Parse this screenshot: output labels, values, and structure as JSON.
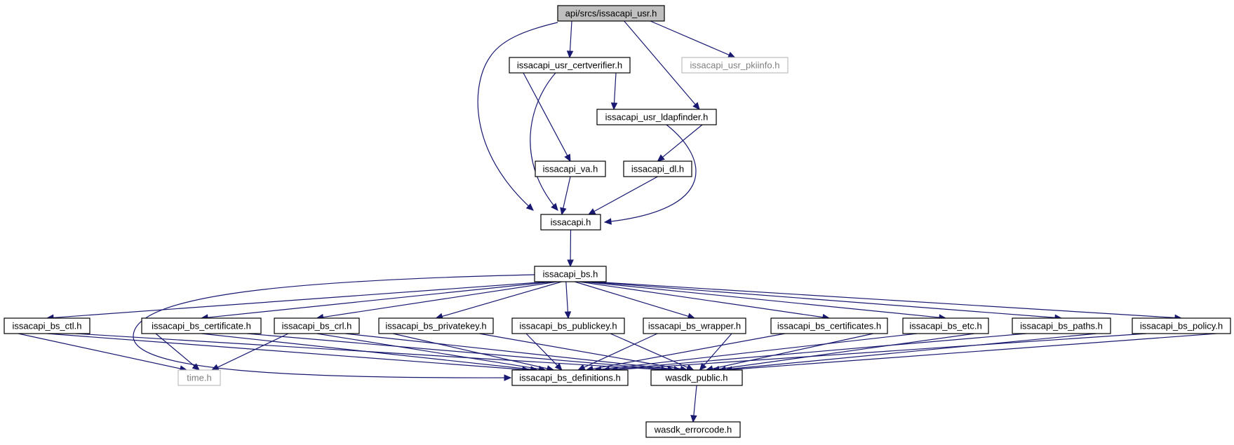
{
  "diagram": {
    "type": "include-dependency-graph",
    "colors": {
      "edge": "#191970",
      "root_fill": "#bfbfbf",
      "external_border": "#bfbfbf",
      "external_text": "#7f7f7f"
    },
    "nodes": [
      {
        "id": "root",
        "label": "api/srcs/issacapi_usr.h",
        "role": "root"
      },
      {
        "id": "certverifier",
        "label": "issacapi_usr_certverifier.h",
        "role": "normal"
      },
      {
        "id": "pkiinfo",
        "label": "issacapi_usr_pkiinfo.h",
        "role": "external"
      },
      {
        "id": "ldapfinder",
        "label": "issacapi_usr_ldapfinder.h",
        "role": "normal"
      },
      {
        "id": "va",
        "label": "issacapi_va.h",
        "role": "normal"
      },
      {
        "id": "dl",
        "label": "issacapi_dl.h",
        "role": "normal"
      },
      {
        "id": "issacapi",
        "label": "issacapi.h",
        "role": "normal"
      },
      {
        "id": "bs",
        "label": "issacapi_bs.h",
        "role": "normal"
      },
      {
        "id": "ctl",
        "label": "issacapi_bs_ctl.h",
        "role": "normal"
      },
      {
        "id": "certificate",
        "label": "issacapi_bs_certificate.h",
        "role": "normal"
      },
      {
        "id": "crl",
        "label": "issacapi_bs_crl.h",
        "role": "normal"
      },
      {
        "id": "privatekey",
        "label": "issacapi_bs_privatekey.h",
        "role": "normal"
      },
      {
        "id": "publickey",
        "label": "issacapi_bs_publickey.h",
        "role": "normal"
      },
      {
        "id": "wrapper",
        "label": "issacapi_bs_wrapper.h",
        "role": "normal"
      },
      {
        "id": "certificates",
        "label": "issacapi_bs_certificates.h",
        "role": "normal"
      },
      {
        "id": "etc",
        "label": "issacapi_bs_etc.h",
        "role": "normal"
      },
      {
        "id": "paths",
        "label": "issacapi_bs_paths.h",
        "role": "normal"
      },
      {
        "id": "policy",
        "label": "issacapi_bs_policy.h",
        "role": "normal"
      },
      {
        "id": "time",
        "label": "time.h",
        "role": "external"
      },
      {
        "id": "definitions",
        "label": "issacapi_bs_definitions.h",
        "role": "normal"
      },
      {
        "id": "wasdk",
        "label": "wasdk_public.h",
        "role": "normal"
      },
      {
        "id": "errorcode",
        "label": "wasdk_errorcode.h",
        "role": "normal"
      }
    ],
    "edges": [
      {
        "from": "root",
        "to": "certverifier"
      },
      {
        "from": "root",
        "to": "pkiinfo"
      },
      {
        "from": "root",
        "to": "ldapfinder"
      },
      {
        "from": "root",
        "to": "issacapi"
      },
      {
        "from": "certverifier",
        "to": "ldapfinder"
      },
      {
        "from": "certverifier",
        "to": "va"
      },
      {
        "from": "certverifier",
        "to": "issacapi"
      },
      {
        "from": "ldapfinder",
        "to": "dl"
      },
      {
        "from": "ldapfinder",
        "to": "issacapi"
      },
      {
        "from": "va",
        "to": "issacapi"
      },
      {
        "from": "dl",
        "to": "issacapi"
      },
      {
        "from": "issacapi",
        "to": "bs"
      },
      {
        "from": "bs",
        "to": "ctl"
      },
      {
        "from": "bs",
        "to": "certificate"
      },
      {
        "from": "bs",
        "to": "crl"
      },
      {
        "from": "bs",
        "to": "privatekey"
      },
      {
        "from": "bs",
        "to": "publickey"
      },
      {
        "from": "bs",
        "to": "wrapper"
      },
      {
        "from": "bs",
        "to": "certificates"
      },
      {
        "from": "bs",
        "to": "etc"
      },
      {
        "from": "bs",
        "to": "paths"
      },
      {
        "from": "bs",
        "to": "policy"
      },
      {
        "from": "bs",
        "to": "definitions"
      },
      {
        "from": "ctl",
        "to": "time"
      },
      {
        "from": "ctl",
        "to": "definitions"
      },
      {
        "from": "ctl",
        "to": "wasdk"
      },
      {
        "from": "certificate",
        "to": "time"
      },
      {
        "from": "certificate",
        "to": "definitions"
      },
      {
        "from": "certificate",
        "to": "wasdk"
      },
      {
        "from": "crl",
        "to": "time"
      },
      {
        "from": "crl",
        "to": "definitions"
      },
      {
        "from": "crl",
        "to": "wasdk"
      },
      {
        "from": "privatekey",
        "to": "definitions"
      },
      {
        "from": "privatekey",
        "to": "wasdk"
      },
      {
        "from": "publickey",
        "to": "definitions"
      },
      {
        "from": "publickey",
        "to": "wasdk"
      },
      {
        "from": "wrapper",
        "to": "definitions"
      },
      {
        "from": "wrapper",
        "to": "wasdk"
      },
      {
        "from": "certificates",
        "to": "definitions"
      },
      {
        "from": "certificates",
        "to": "wasdk"
      },
      {
        "from": "etc",
        "to": "definitions"
      },
      {
        "from": "etc",
        "to": "wasdk"
      },
      {
        "from": "paths",
        "to": "definitions"
      },
      {
        "from": "paths",
        "to": "wasdk"
      },
      {
        "from": "policy",
        "to": "definitions"
      },
      {
        "from": "policy",
        "to": "wasdk"
      },
      {
        "from": "wasdk",
        "to": "errorcode"
      }
    ]
  }
}
